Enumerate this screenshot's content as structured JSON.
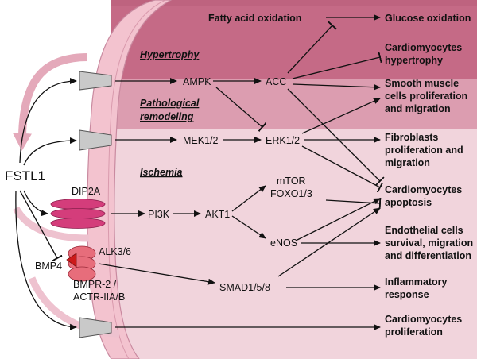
{
  "sections": {
    "hypertrophy": "Hypertrophy",
    "pathological_1": "Pathological",
    "pathological_2": "remodeling",
    "ischemia": "Ischemia"
  },
  "ligand": "FSTL1",
  "receptors": {
    "dip2a": "DIP2A",
    "alk": "ALK3/6",
    "bmp4": "BMP4",
    "bmpr_1": "BMPR-2 /",
    "bmpr_2": "ACTR-IIA/B"
  },
  "mediators": {
    "ampk": "AMPK",
    "acc": "ACC",
    "mek": "MEK1/2",
    "erk": "ERK1/2",
    "pi3k": "PI3K",
    "akt": "AKT1",
    "mtor": "mTOR",
    "foxo": "FOXO1/3",
    "enos": "eNOS",
    "smad": "SMAD1/5/8",
    "fatty": "Fatty acid oxidation"
  },
  "outcomes": {
    "glucose": "Glucose oxidation",
    "hyper_1": "Cardiomyocytes",
    "hyper_2": "hypertrophy",
    "smooth_1": "Smooth muscle",
    "smooth_2": "cells proliferation",
    "smooth_3": "and migration",
    "fib_1": "Fibroblasts",
    "fib_2": "proliferation and",
    "fib_3": "migration",
    "apop_1": "Cardiomyocytes",
    "apop_2": "apoptosis",
    "endo_1": "Endothelial cells",
    "endo_2": "survival, migration",
    "endo_3": "and differentiation",
    "infl_1": "Inflammatory",
    "infl_2": "response",
    "prolif_1": "Cardiomyocytes",
    "prolif_2": "proliferation"
  },
  "colors": {
    "band_top": "#c56a86",
    "band_mid": "#dc9db0",
    "band_low": "#f1d4dc",
    "membrane": "#f3c3cf",
    "receptor": "#c9c9c9",
    "dip2a": "#d43d7b",
    "bmp4": "#cc1a1a",
    "bmpr": "#e76d7b"
  }
}
